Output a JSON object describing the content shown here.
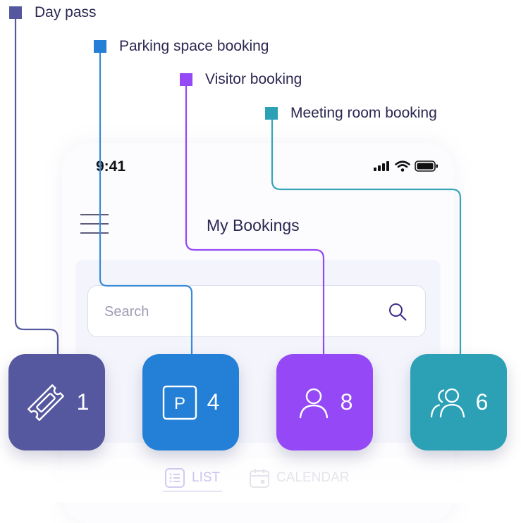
{
  "legend": {
    "day_pass": "Day pass",
    "parking": "Parking space booking",
    "visitor": "Visitor booking",
    "meeting": "Meeting room booking"
  },
  "colors": {
    "day_pass": "#56589f",
    "parking": "#2380d6",
    "visitor": "#9548f5",
    "meeting": "#2ca1b6",
    "text": "#2a2750"
  },
  "phone": {
    "time": "9:41",
    "title": "My Bookings",
    "search_placeholder": "Search",
    "tabs": {
      "list": "LIST",
      "calendar": "CALENDAR"
    }
  },
  "tiles": {
    "day_pass": {
      "count": "1",
      "icon": "ticket-icon"
    },
    "parking": {
      "count": "4",
      "icon": "parking-icon",
      "icon_letter": "P"
    },
    "visitor": {
      "count": "8",
      "icon": "person-icon"
    },
    "meeting": {
      "count": "6",
      "icon": "people-icon"
    }
  }
}
